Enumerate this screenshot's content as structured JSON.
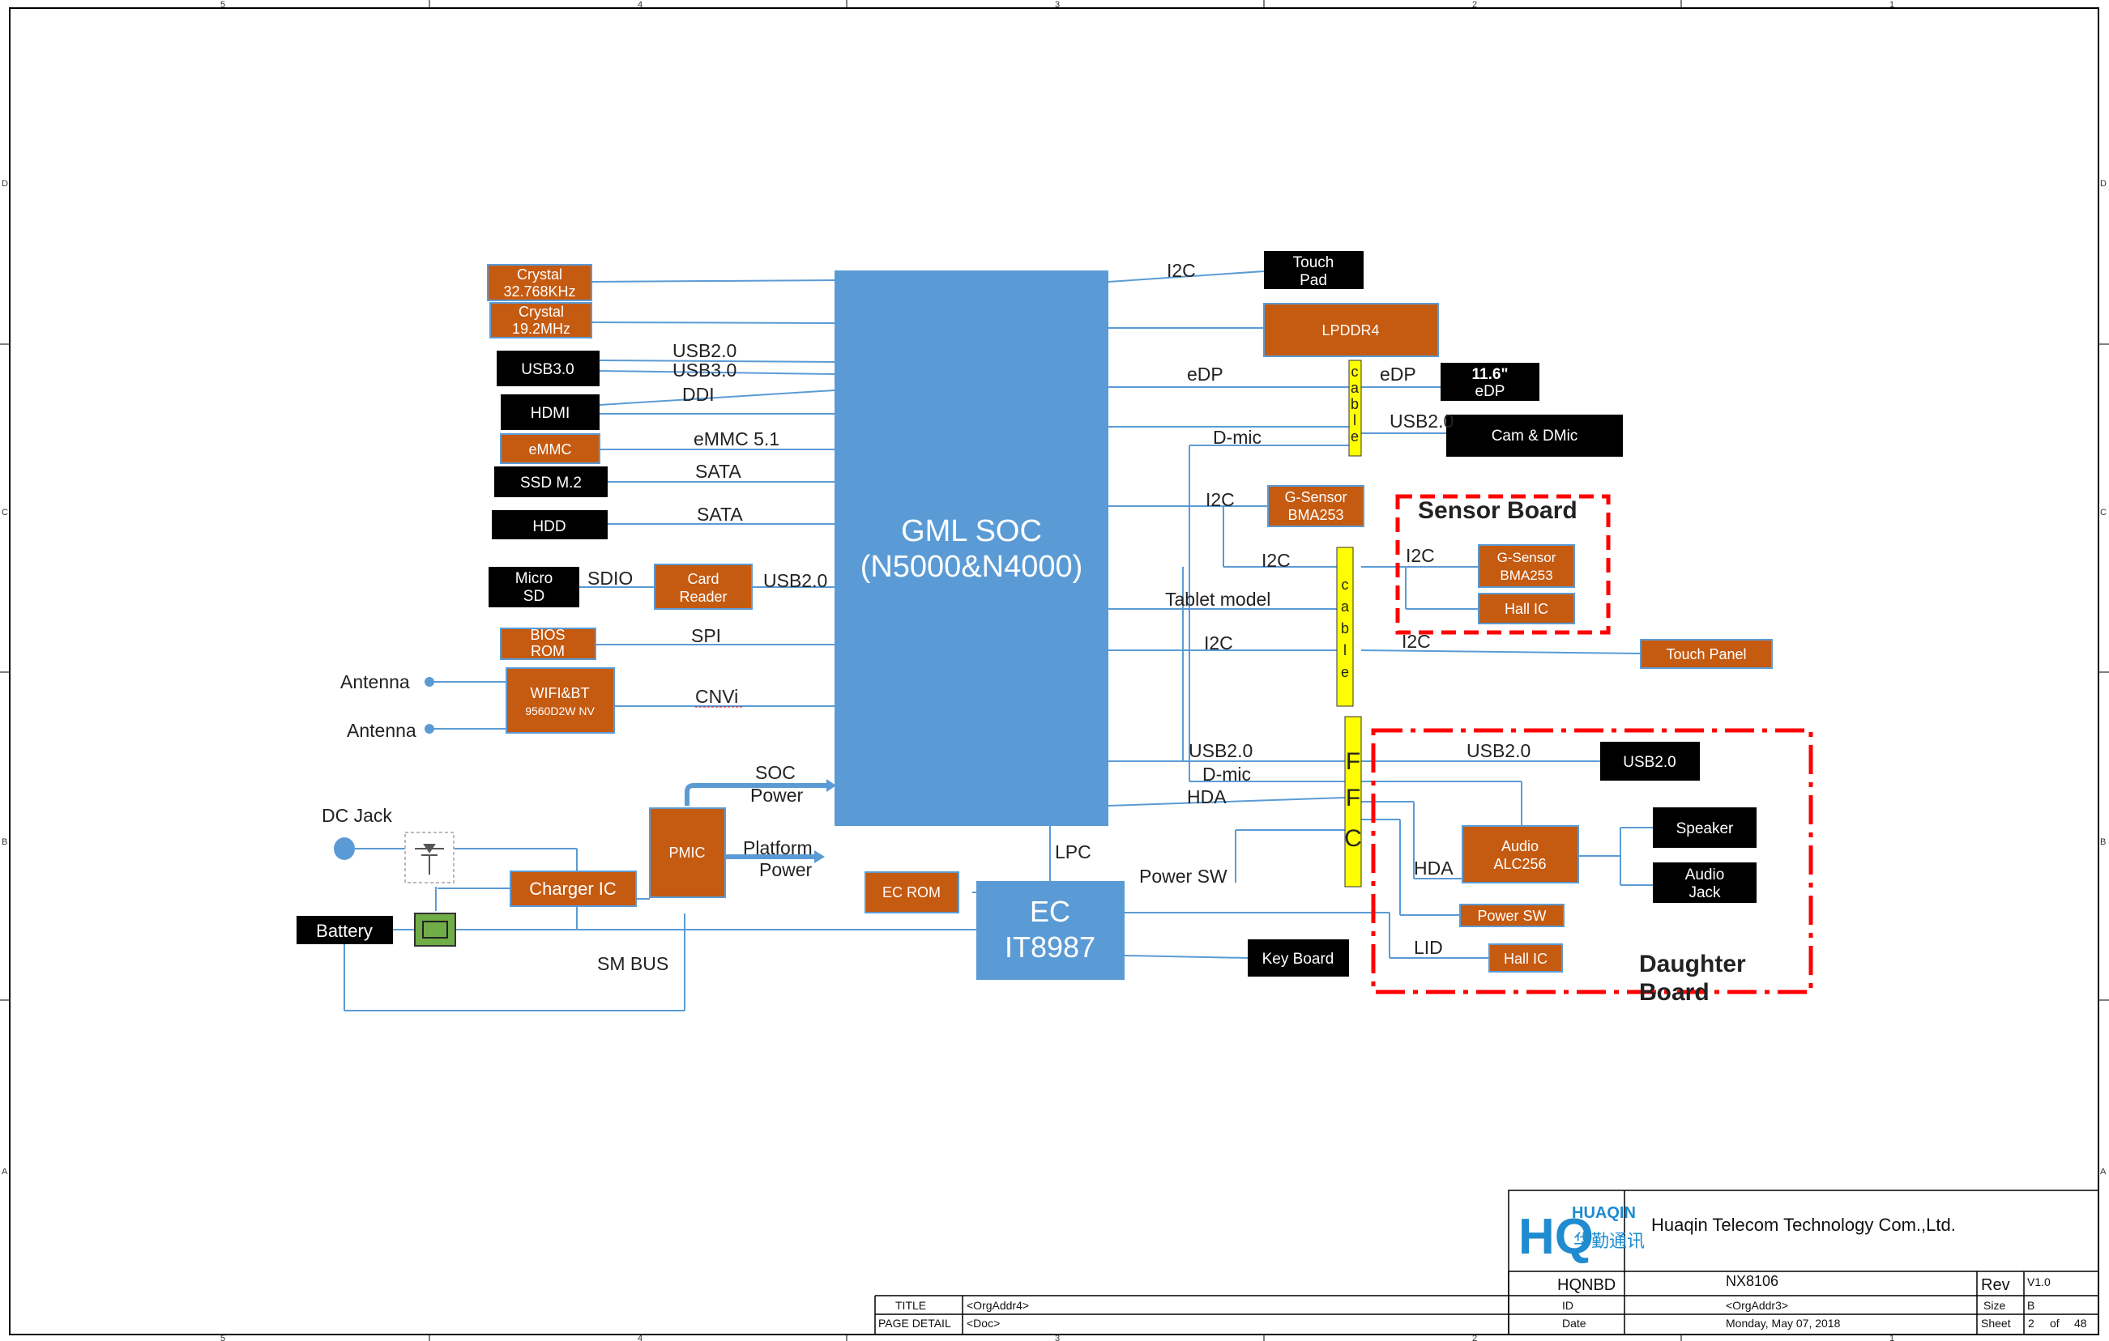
{
  "frame": {
    "col_labels": [
      "5",
      "4",
      "3",
      "2",
      "1"
    ],
    "row_labels": [
      "D",
      "C",
      "B",
      "A"
    ]
  },
  "soc": {
    "line1": "GML  SOC",
    "line2": "(N5000&N4000)"
  },
  "ec": {
    "line1": "EC",
    "line2": "IT8987"
  },
  "blocks": {
    "crystal1": [
      "Crystal",
      "32.768KHz"
    ],
    "crystal2": [
      "Crystal",
      "19.2MHz"
    ],
    "usb30": [
      "USB3.0"
    ],
    "hdmi": [
      "HDMI"
    ],
    "emmc": [
      "eMMC"
    ],
    "ssd": [
      "SSD  M.2"
    ],
    "hdd": [
      "HDD"
    ],
    "microsd": [
      "Micro",
      "SD"
    ],
    "cardreader": [
      "Card",
      "Reader"
    ],
    "biosrom": [
      "BIOS",
      "ROM"
    ],
    "wifi": [
      "WIFI&BT",
      "9560D2W NV"
    ],
    "charger": [
      "Charger IC"
    ],
    "pmic": [
      "PMIC"
    ],
    "ecrom": [
      "EC ROM"
    ],
    "battery": [
      "Battery"
    ],
    "touchpad": [
      "Touch",
      "Pad"
    ],
    "lpddr4": [
      "LPDDR4"
    ],
    "edp_panel": [
      "11.6\"",
      "eDP"
    ],
    "camdmic": [
      "Cam & DMic"
    ],
    "gsensor1": [
      "G-Sensor",
      "BMA253"
    ],
    "gsensor2": [
      "G-Sensor",
      "BMA253"
    ],
    "hallic1": [
      "Hall IC"
    ],
    "touchpanel": [
      "Touch Panel"
    ],
    "usb20_port": [
      "USB2.0"
    ],
    "audio": [
      "Audio",
      "ALC256"
    ],
    "speaker": [
      "Speaker"
    ],
    "audiojack": [
      "Audio",
      "Jack"
    ],
    "powersw": [
      "Power SW"
    ],
    "hallic2": [
      "Hall IC"
    ],
    "keyboard": [
      "Key Board"
    ]
  },
  "connectors": {
    "cable1": [
      "c",
      "a",
      "b",
      "l",
      "e"
    ],
    "cable2": [
      "c",
      "a",
      "b",
      "l",
      "e"
    ],
    "ffc": [
      "F",
      "F",
      "C"
    ]
  },
  "boards": {
    "sensor": "Sensor Board",
    "daughter": [
      "Daughter",
      "Board"
    ]
  },
  "signals": {
    "usb20_a": "USB2.0",
    "usb30_a": "USB3.0",
    "ddi": "DDI",
    "emmc51": "eMMC 5.1",
    "sata1": "SATA",
    "sata2": "SATA",
    "sdio": "SDIO",
    "usb20_cr": "USB2.0",
    "spi": "SPI",
    "cnvi": "CNVi",
    "antenna1": "Antenna",
    "antenna2": "Antenna",
    "soc_power_1": "SOC",
    "soc_power_2": "Power",
    "platform_power_1": "Platform",
    "platform_power_2": "Power",
    "dc_jack": "DC Jack",
    "sm_bus": "SM BUS",
    "lpc": "LPC",
    "i2c_tp": "I2C",
    "edp": "eDP",
    "edp2": "eDP",
    "dmic": "D-mic",
    "usb20_cam": "USB2.0",
    "i2c_gs": "I2C",
    "i2c_gs2": "I2C",
    "tablet_model": "Tablet model",
    "i2c_tpanel": "I2C",
    "i2c_sb": "I2C",
    "i2c_tpanel2": "I2C",
    "usb20_ffc": "USB2.0",
    "dmic2": "D-mic",
    "hda": "HDA",
    "power_sw_sig": "Power SW",
    "usb20_db": "USB2.0",
    "hda2": "HDA",
    "lid": "LID"
  },
  "title_block": {
    "company_logo": "HUAQIN",
    "company_logo_cn": "华勤通讯",
    "company": "Huaqin Telecom Technology Com.,Ltd.",
    "project": "HQNBD",
    "model": "NX8106",
    "rev_label": "Rev",
    "rev_value": "V1.0",
    "title_label": "TITLE",
    "title_value": "<OrgAddr4>",
    "id_label": "ID",
    "id_value": "<OrgAddr3>",
    "size_label": "Size",
    "size_value": "B",
    "page_detail_label": "PAGE DETAIL",
    "page_detail_value": "<Doc>",
    "date_label": "Date",
    "date_value": "Monday, May 07, 2018",
    "sheet_label": "Sheet",
    "sheet_value": "2",
    "of_label": "of",
    "total_sheets": "48"
  },
  "colors": {
    "soc_blue": "#5b9bd5",
    "orange_block": "#c55a11",
    "black_block": "#000000",
    "connector_yellow": "#ffff00",
    "board_border_red": "#ff0000",
    "wire_blue": "#5b9bd5",
    "ic_green": "#70ad47"
  }
}
